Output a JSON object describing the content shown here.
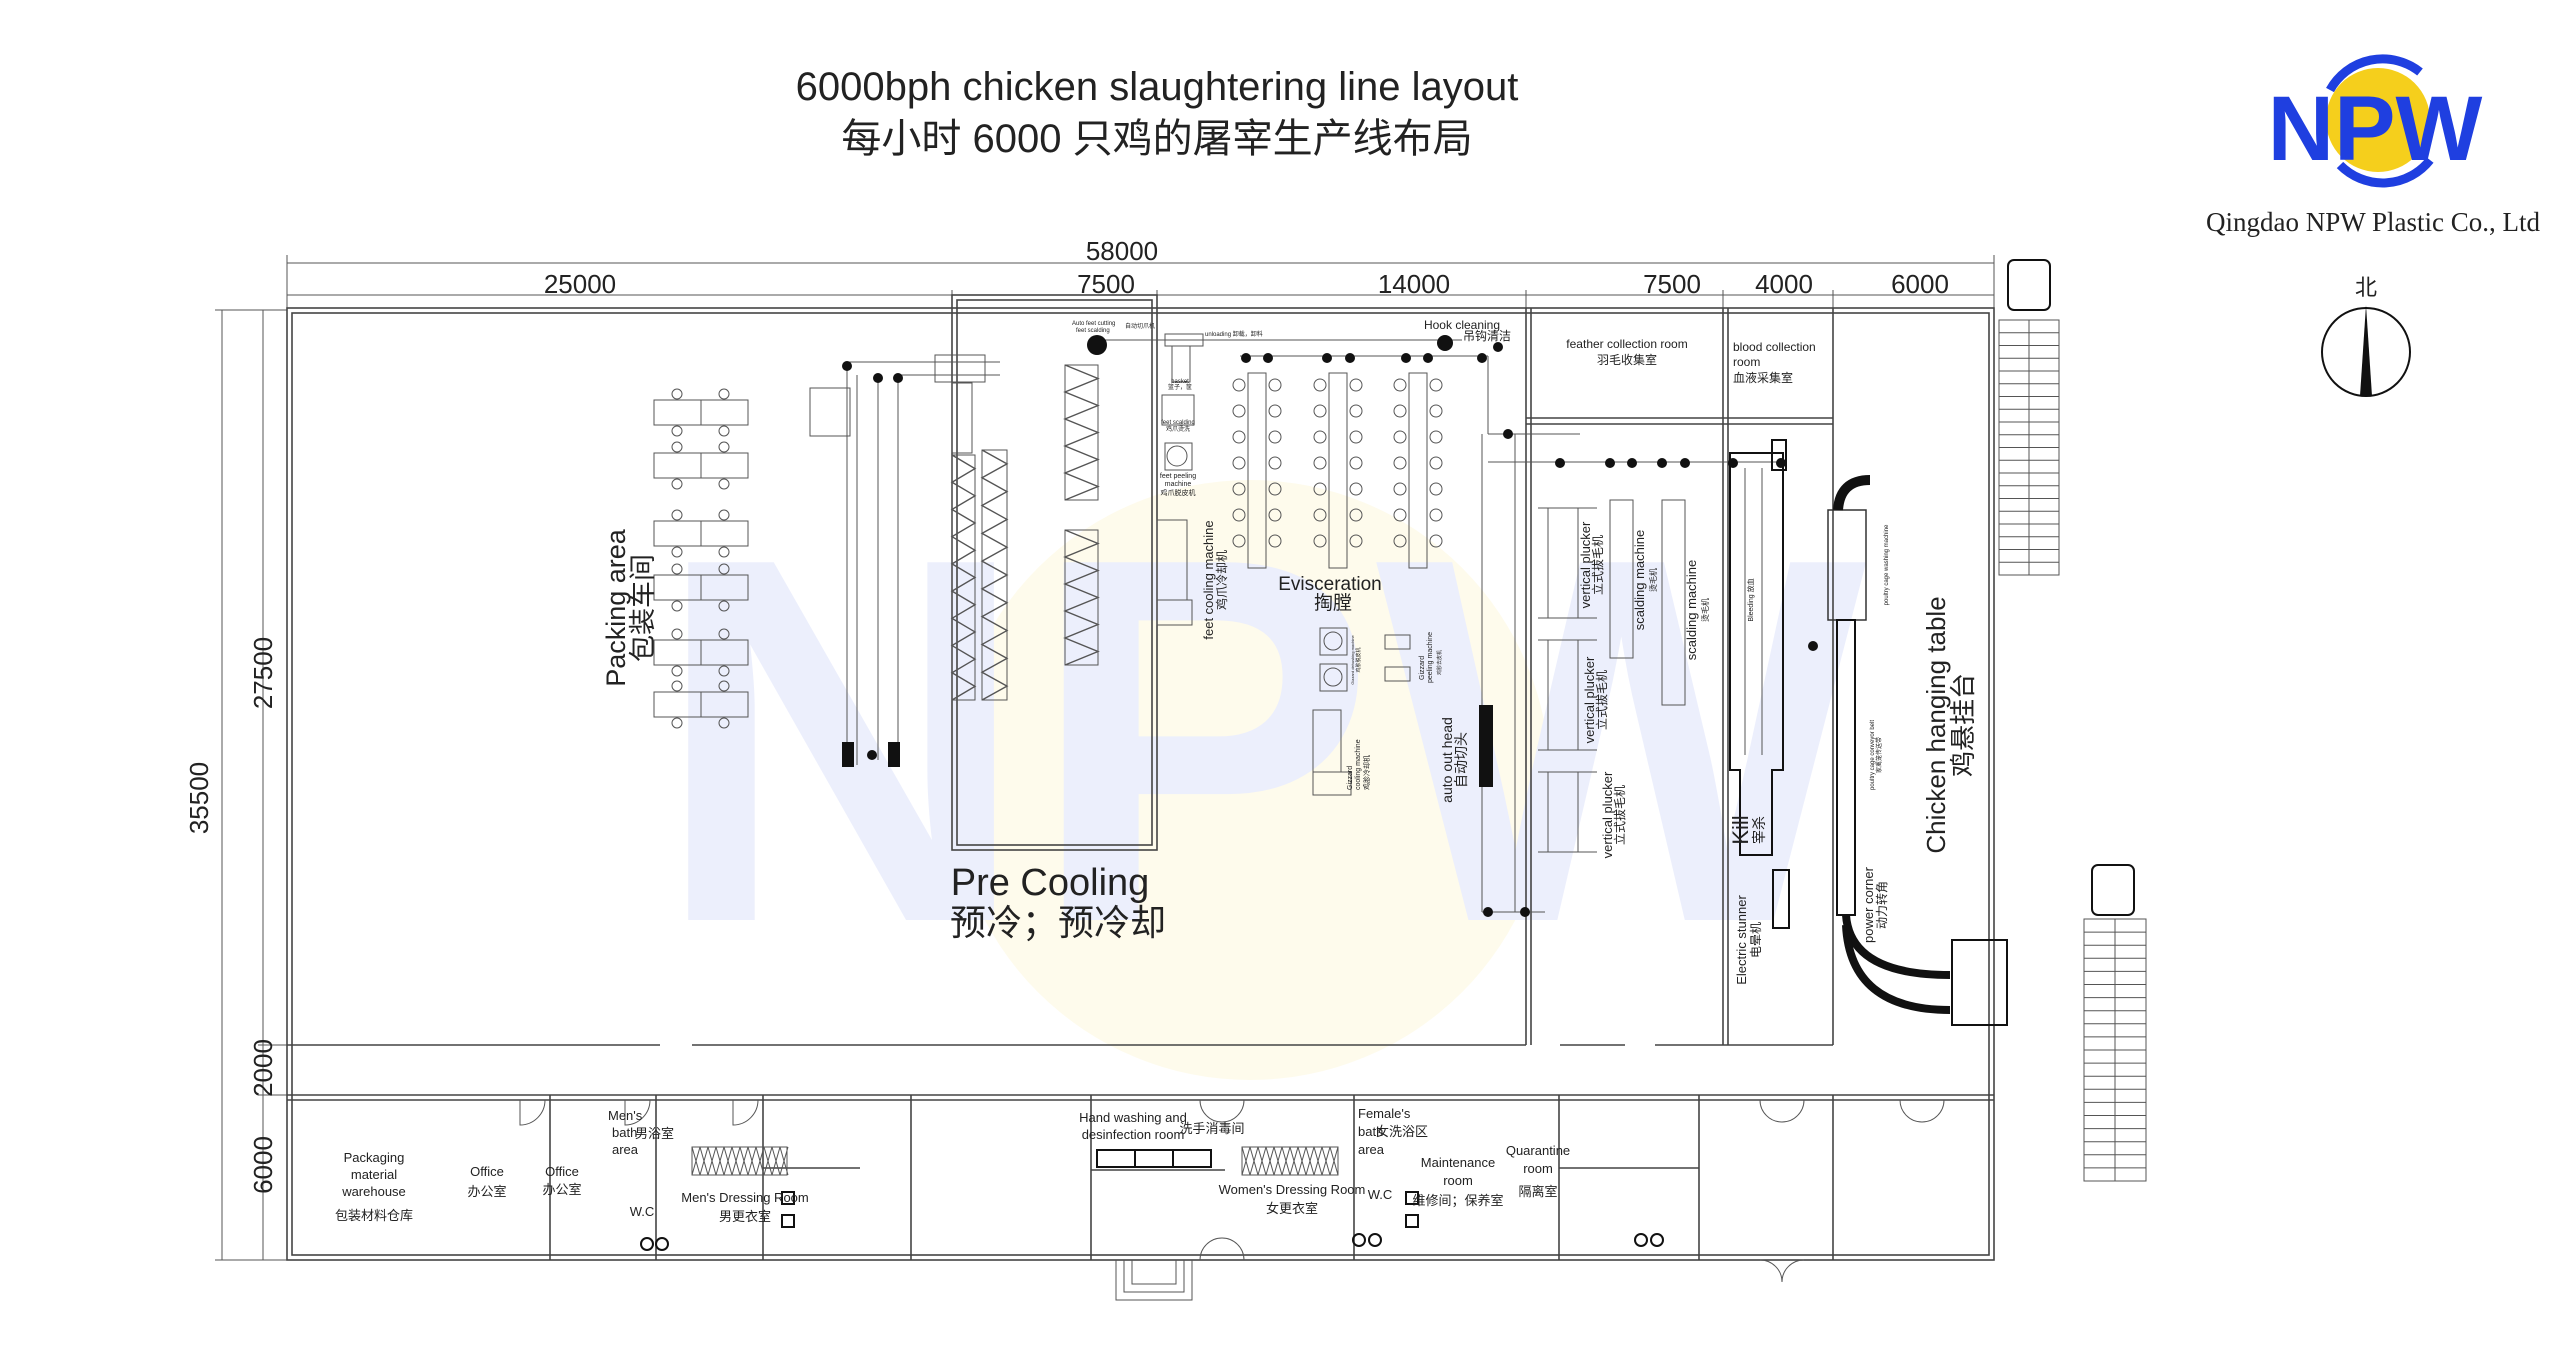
{
  "title": {
    "english": "6000bph chicken slaughtering line layout",
    "chinese": "每小时  6000 只鸡的屠宰生产线布局"
  },
  "brand": {
    "logo_text": "NPW",
    "company": "Qingdao NPW Plastic Co., Ltd",
    "colors": {
      "blue": "#1f3fe0",
      "yellow": "#f5cf1c"
    },
    "watermark": "NPW"
  },
  "north": {
    "label": "北",
    "icon": "north-arrow-icon"
  },
  "dimensions": {
    "total_width": "58000",
    "segments": [
      "25000",
      "7500",
      "14000",
      "7500",
      "4000",
      "6000"
    ],
    "total_height": "35500",
    "vertical": [
      "27500",
      "2000",
      "6000"
    ]
  },
  "areas": {
    "packing": {
      "en": "Packing area",
      "zh": "包装车间"
    },
    "pre_cooling": {
      "en": "Pre Cooling",
      "zh": "预冷；预冷却"
    },
    "evisceration": {
      "en": "Evisceration",
      "zh": "掏膛"
    },
    "hook_cleaning": {
      "en": "Hook cleaning",
      "zh": "吊钩清洁"
    },
    "feather_room": {
      "en": "feather collection room",
      "zh": "羽毛收集室"
    },
    "blood_room": {
      "en1": "blood collection",
      "en2": "room",
      "zh": "血液采集室"
    },
    "hanging_table": {
      "en": "Chicken hanging table",
      "zh": "鸡悬挂台"
    }
  },
  "equipment": {
    "auto_feet_cutting": "Auto feet cutting",
    "feet_scalding_small": "feet scalding",
    "auto_feet_cutting_zh": "自动切爪机",
    "unloading": "unloading 卸载，卸料",
    "basket": "basket",
    "basket_zh": "篮子，筐",
    "feet_scalding": "feet scalding",
    "feet_scalding_zh": "鸡爪烫洗",
    "feet_peeling": "feet peeling",
    "feet_peeling_2": "machine",
    "feet_peeling_zh": "鸡爪脱皮机",
    "feet_cooling": "feet cooling machine",
    "feet_cooling_zh": "鸡爪冷却机",
    "gizzard_dehusking": "Gizzard dehusking machine",
    "gizzard_dehusking_zh": "鸡胗脱皮机",
    "gizzard_peeling": "Gizzard",
    "gizzard_peeling_2": "peeling machine",
    "gizzard_peeling_zh": "鸡胗去皮机",
    "gizzard_cooling": "Gizzard",
    "gizzard_cooling_2": "cooling machine",
    "gizzard_cooling_zh": "鸡胗冷却机",
    "auto_out_head": "auto out head",
    "auto_out_head_zh": "自动切头",
    "vertical_plucker": "vertical plucker",
    "vertical_plucker_zh": "立式拔毛机",
    "scalding_machine": "scalding machine",
    "scalding_machine_zh": "烫毛机",
    "bleeding": "Bleeding 放血",
    "kill": "Kill",
    "kill_zh": "宰杀",
    "electric_stunner": "Electric stunner",
    "electric_stunner_zh": "电晕机",
    "power_corner": "power corner",
    "power_corner_zh": "动力转角",
    "cage_conveyor": "poultry cage conveyor belt",
    "cage_conveyor_zh": "家禽笼传送带",
    "cage_washing": "poultry cage washing machine"
  },
  "rooms": {
    "packaging_warehouse": {
      "lines": [
        "Packaging",
        "material",
        "warehouse"
      ],
      "zh": "包装材料仓库"
    },
    "office_1": {
      "en": "Office",
      "zh": "办公室"
    },
    "office_2": {
      "en": "Office",
      "zh": "办公室"
    },
    "mens_bath": {
      "lines": [
        "Men's",
        "bath",
        "area"
      ],
      "zh": "男浴室"
    },
    "mens_wc": "W.C",
    "mens_dressing": {
      "en": "Men's Dressing Room",
      "zh": "男更衣室"
    },
    "hand_washing": {
      "lines": [
        "Hand washing and",
        "desinfection room"
      ],
      "zh": "洗手消毒间"
    },
    "womens_dressing": {
      "en": "Women's Dressing Room",
      "zh": "女更衣室"
    },
    "female_bath": {
      "lines": [
        "Female's",
        "bath",
        "area"
      ],
      "zh": "女洗浴区"
    },
    "womens_wc": "W.C",
    "maintenance": {
      "lines": [
        "Maintenance",
        "room"
      ],
      "zh": "维修间；保养室"
    },
    "quarantine": {
      "lines": [
        "Quarantine",
        "room"
      ],
      "zh": "隔离室"
    }
  }
}
